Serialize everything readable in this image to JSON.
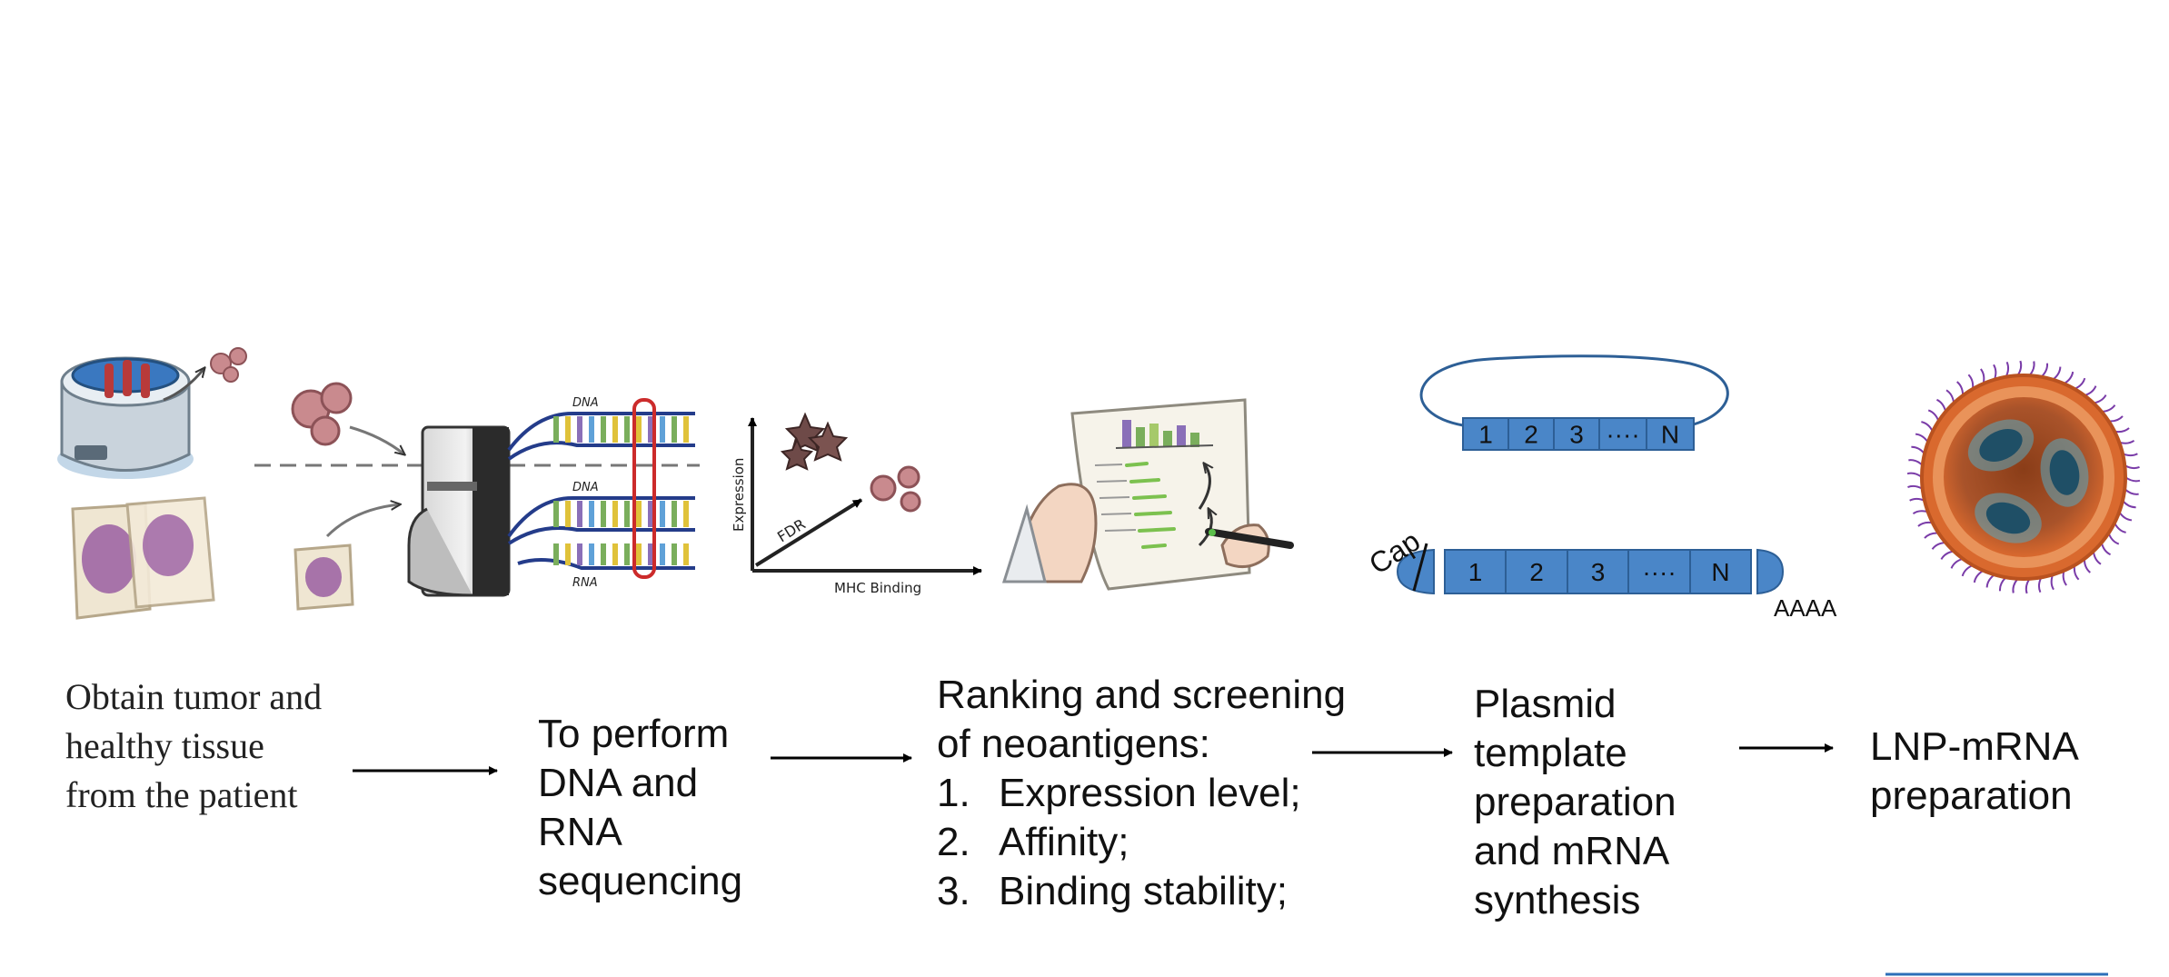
{
  "steps": [
    {
      "text": "Obtain tumor and healthy tissue from the patient"
    },
    {
      "lines": [
        "To perform",
        "DNA and",
        "RNA",
        "sequencing"
      ]
    },
    {
      "heading_lines": [
        "Ranking and screening",
        "of neoantigens:"
      ],
      "items": [
        {
          "num": "1.",
          "text": "Expression level;"
        },
        {
          "num": "2.",
          "text": "Affinity;"
        },
        {
          "num": "3.",
          "text": "Binding stability;"
        }
      ]
    },
    {
      "lines": [
        "Plasmid",
        "template",
        "preparation",
        "and mRNA",
        "synthesis"
      ]
    },
    {
      "lines": [
        "LNP-mRNA",
        "preparation"
      ]
    }
  ],
  "sequencing_labels": {
    "dna_1": "DNA",
    "dna_2": "DNA",
    "rna": "RNA"
  },
  "plot_labels": {
    "y_axis": "Expression",
    "diagonal": "FDR",
    "x_axis": "MHC Binding"
  },
  "plasmid": {
    "segments": [
      "1",
      "2",
      "3",
      "····",
      "N"
    ]
  },
  "mrna": {
    "cap": "Cap",
    "segments": [
      "1",
      "2",
      "3",
      "····",
      "N"
    ],
    "tail": "AAAA"
  },
  "colors": {
    "segment_fill": "#4a86c8",
    "segment_stroke": "#2d5f96",
    "loop": "#2d5f96",
    "lnp_shell": "#d9692e",
    "lnp_core": "#9a4a1f",
    "lnp_cargo": "#3e8fa6",
    "lipid_tail": "#7a3ca8",
    "cell": "#c98a8e",
    "tissue": "#9a5ea2",
    "arrow": "#000000"
  }
}
